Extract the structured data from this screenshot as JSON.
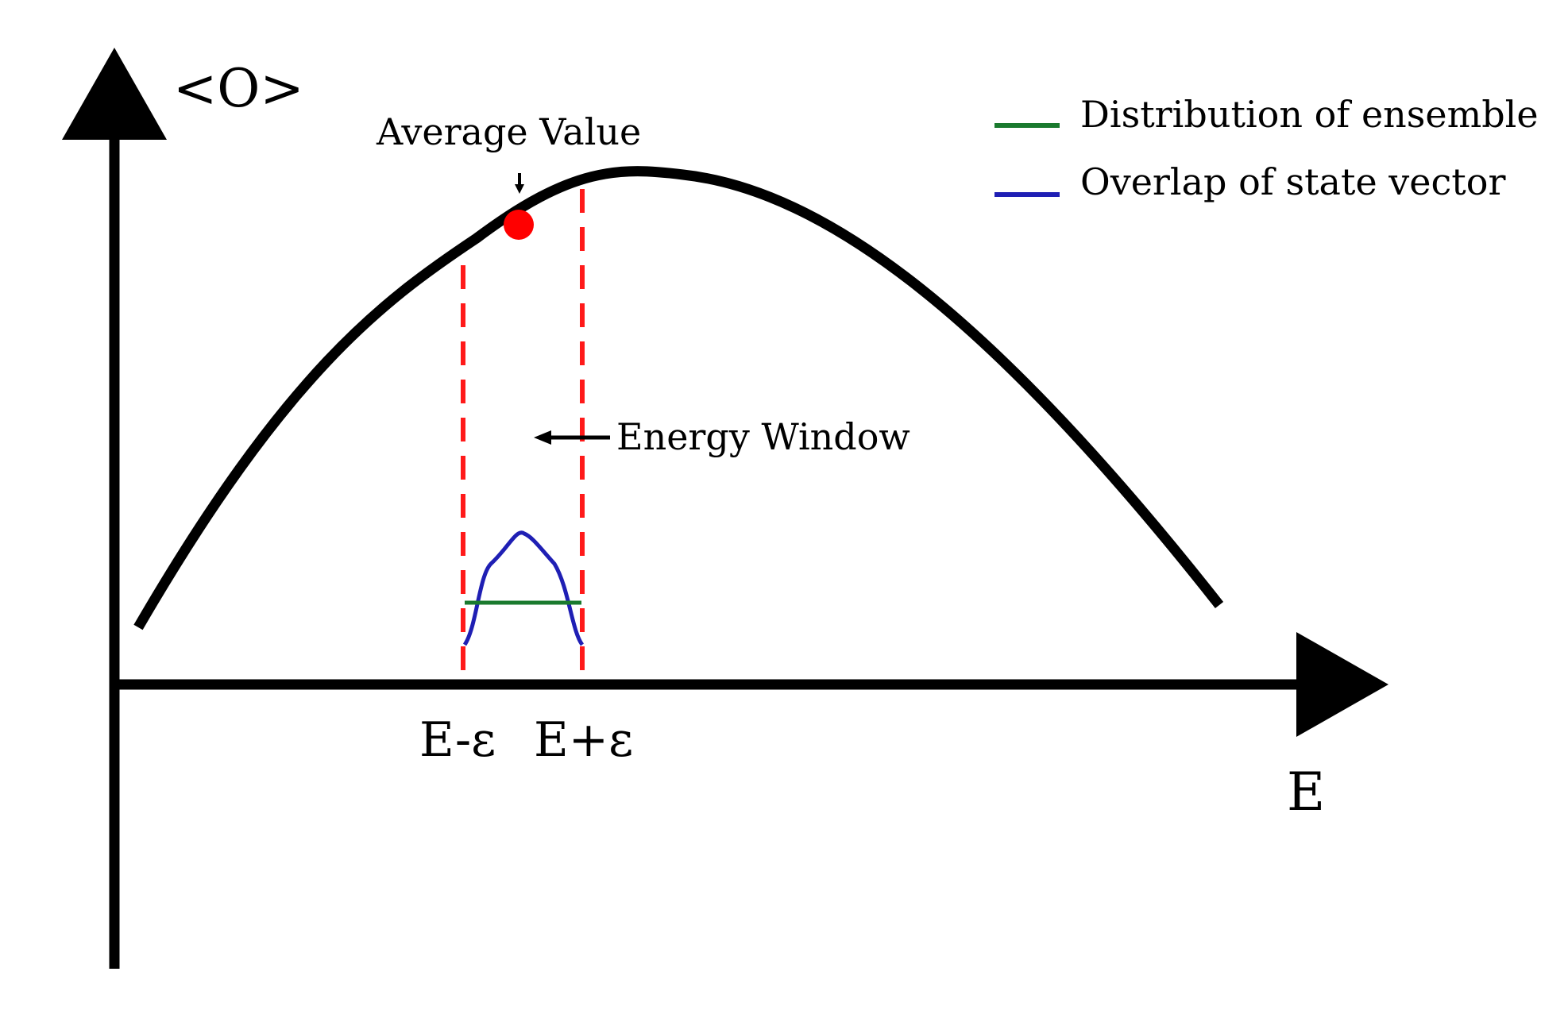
{
  "labels": {
    "y_axis": "<O>",
    "x_axis": "E",
    "lower_bound": "E-ε",
    "upper_bound": "E+ε",
    "average_value": "Average Value",
    "energy_window": "Energy Window"
  },
  "legend": [
    {
      "label": "Distribution of ensemble",
      "color": "#1a7a2e"
    },
    {
      "label": "Overlap of state vector",
      "color": "#1f1fb4"
    }
  ],
  "colors": {
    "curve": "#000000",
    "axes": "#000000",
    "window_lines": "#ff1a1a",
    "average_marker": "#ff0000",
    "distribution": "#1a7a2e",
    "overlap": "#1f1fb4"
  },
  "icons": {
    "average_pointer": "arrow-down-icon",
    "window_pointer": "arrow-left-icon",
    "y_axis_head": "arrow-up-icon",
    "x_axis_head": "arrow-right-icon"
  }
}
